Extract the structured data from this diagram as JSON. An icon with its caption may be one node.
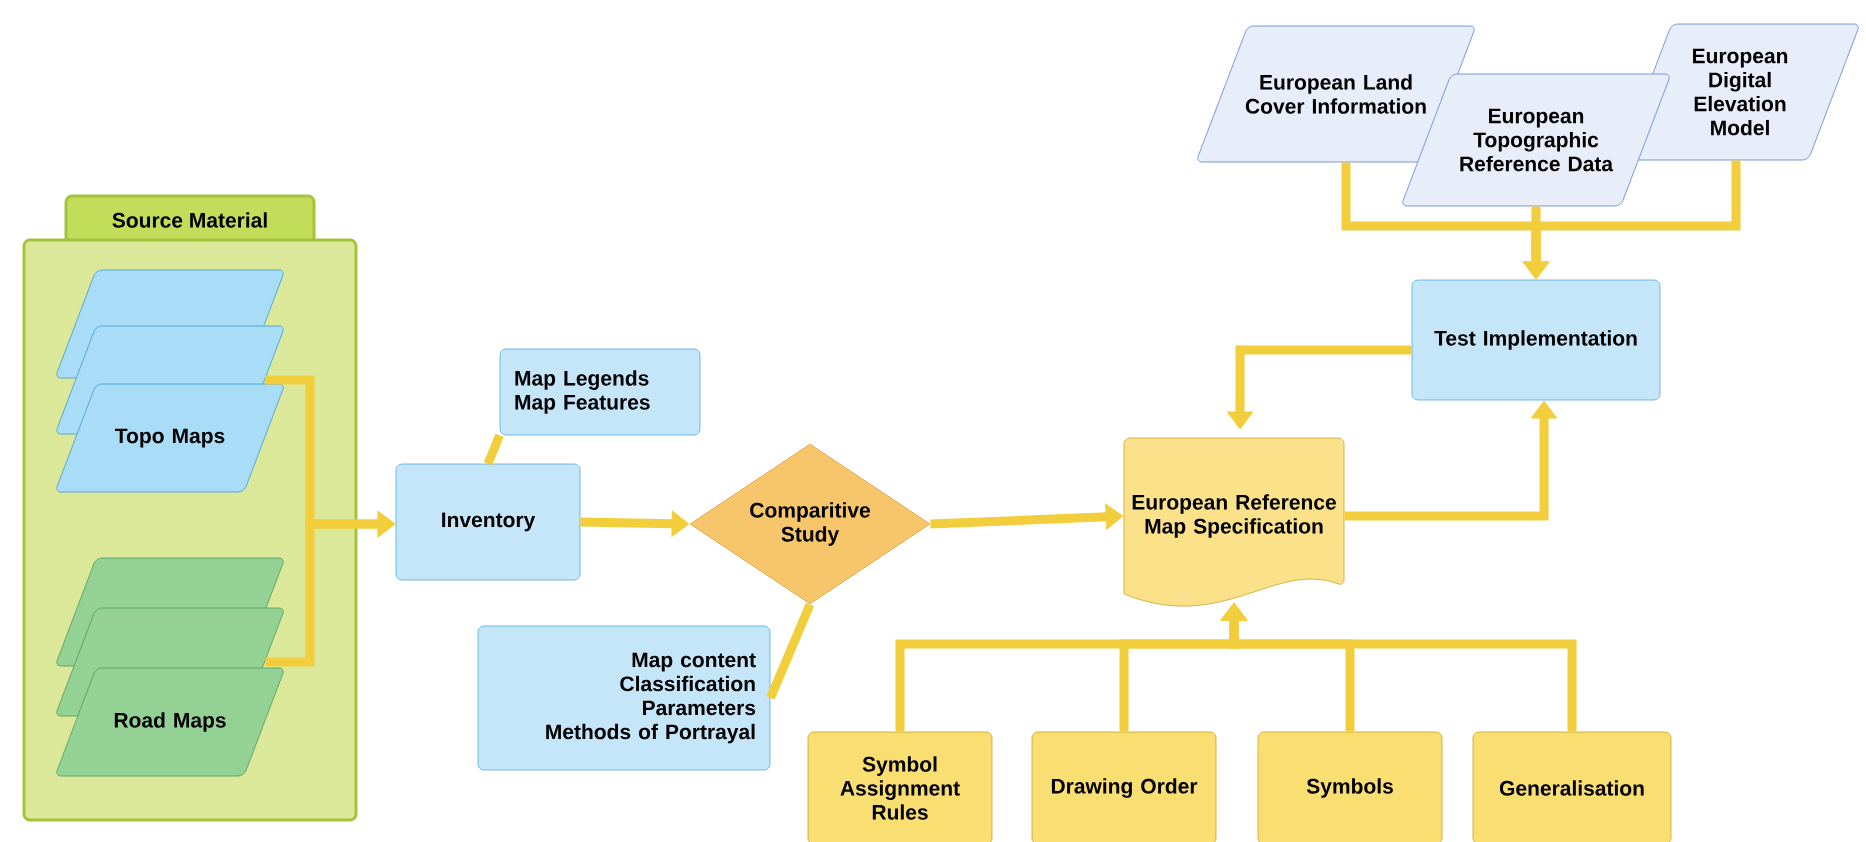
{
  "diagram": {
    "nodes": [
      {
        "text": [
          "Source Material"
        ]
      },
      {
        "text": [],
        "shape": "parallelogram",
        "in": 0
      },
      {
        "text": [],
        "shape": "parallelogram",
        "in": 0
      },
      {
        "text": [
          "Topo Maps"
        ],
        "in": 0
      },
      {
        "text": [],
        "shape": "parallelogram",
        "in": 0
      },
      {
        "text": [],
        "shape": "parallelogram",
        "in": 0
      },
      {
        "text": [
          "Road Maps"
        ],
        "in": 0
      },
      {
        "text": [
          "Inventory"
        ]
      },
      {
        "text": [
          "Map Legends",
          "Map Features"
        ]
      },
      {
        "text": [
          "Comparitive Study"
        ]
      },
      {
        "text": [
          "Map content",
          "Classification",
          "Parameters",
          "Methods of Portrayal"
        ]
      },
      {
        "text": [
          "European Reference Map Specification"
        ]
      },
      {
        "text": [
          "European Land Cover Information"
        ]
      },
      {
        "text": [
          "European Topographic Reference Data"
        ]
      },
      {
        "text": [
          "European Digital Elevation Model"
        ]
      },
      {
        "text": [
          "Test Implementation"
        ]
      },
      {
        "text": [
          "Symbol Assignment Rules"
        ]
      },
      {
        "text": [
          "Drawing Order"
        ]
      },
      {
        "text": [
          "Symbols"
        ]
      },
      {
        "text": [
          "Generalisation"
        ]
      }
    ],
    "edges": [
      {
        "from": 2,
        "to": 7,
        "arrow": "to"
      },
      {
        "from": 5,
        "to": 7,
        "arrow": "to"
      },
      {
        "from": 7,
        "to": 8,
        "arrow": "none"
      },
      {
        "from": 7,
        "to": 9,
        "arrow": "to"
      },
      {
        "from": 9,
        "to": 10,
        "arrow": "none"
      },
      {
        "from": 9,
        "to": 11,
        "arrow": "to"
      },
      {
        "from": 12,
        "to": 15,
        "arrow": "to"
      },
      {
        "from": 13,
        "to": 15,
        "arrow": "to"
      },
      {
        "from": 14,
        "to": 15,
        "arrow": "to"
      },
      {
        "from": 15,
        "to": 11,
        "arrow": "to"
      },
      {
        "from": 11,
        "to": 15,
        "arrow": "to"
      },
      {
        "from": 16,
        "to": 11,
        "arrow": "to"
      },
      {
        "from": 17,
        "to": 11,
        "arrow": "to"
      },
      {
        "from": 18,
        "to": 11,
        "arrow": "to"
      },
      {
        "from": 19,
        "to": 11,
        "arrow": "to"
      }
    ]
  }
}
